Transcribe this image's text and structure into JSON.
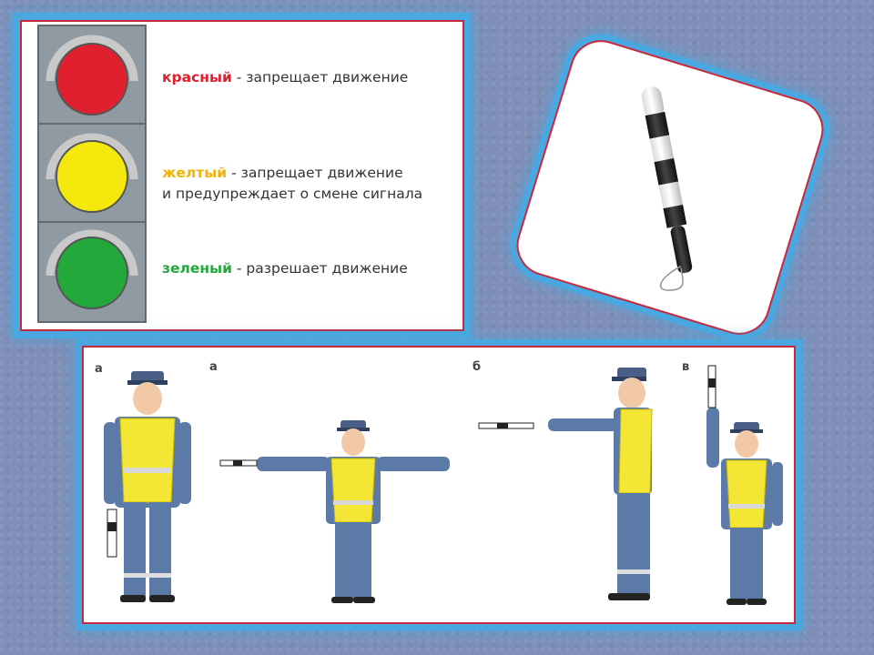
{
  "traffic_light": {
    "red": {
      "word": "красный",
      "desc": " - запрещает движение",
      "color": "#e0202e"
    },
    "yellow": {
      "word": "желтый",
      "desc_line1": " - запрещает движение",
      "desc_line2": "и предупреждает о смене сигнала",
      "color": "#f2b40c"
    },
    "green": {
      "word": "зеленый",
      "desc": " - разрешает движение",
      "color": "#23a83c"
    }
  },
  "gestures": {
    "labels": [
      "а",
      "а",
      "б",
      "в"
    ]
  },
  "colors": {
    "frame_glow": "#4aa8e0",
    "frame_border": "#c8283c",
    "vest": "#f3e634",
    "uniform": "#5c7aa8"
  }
}
